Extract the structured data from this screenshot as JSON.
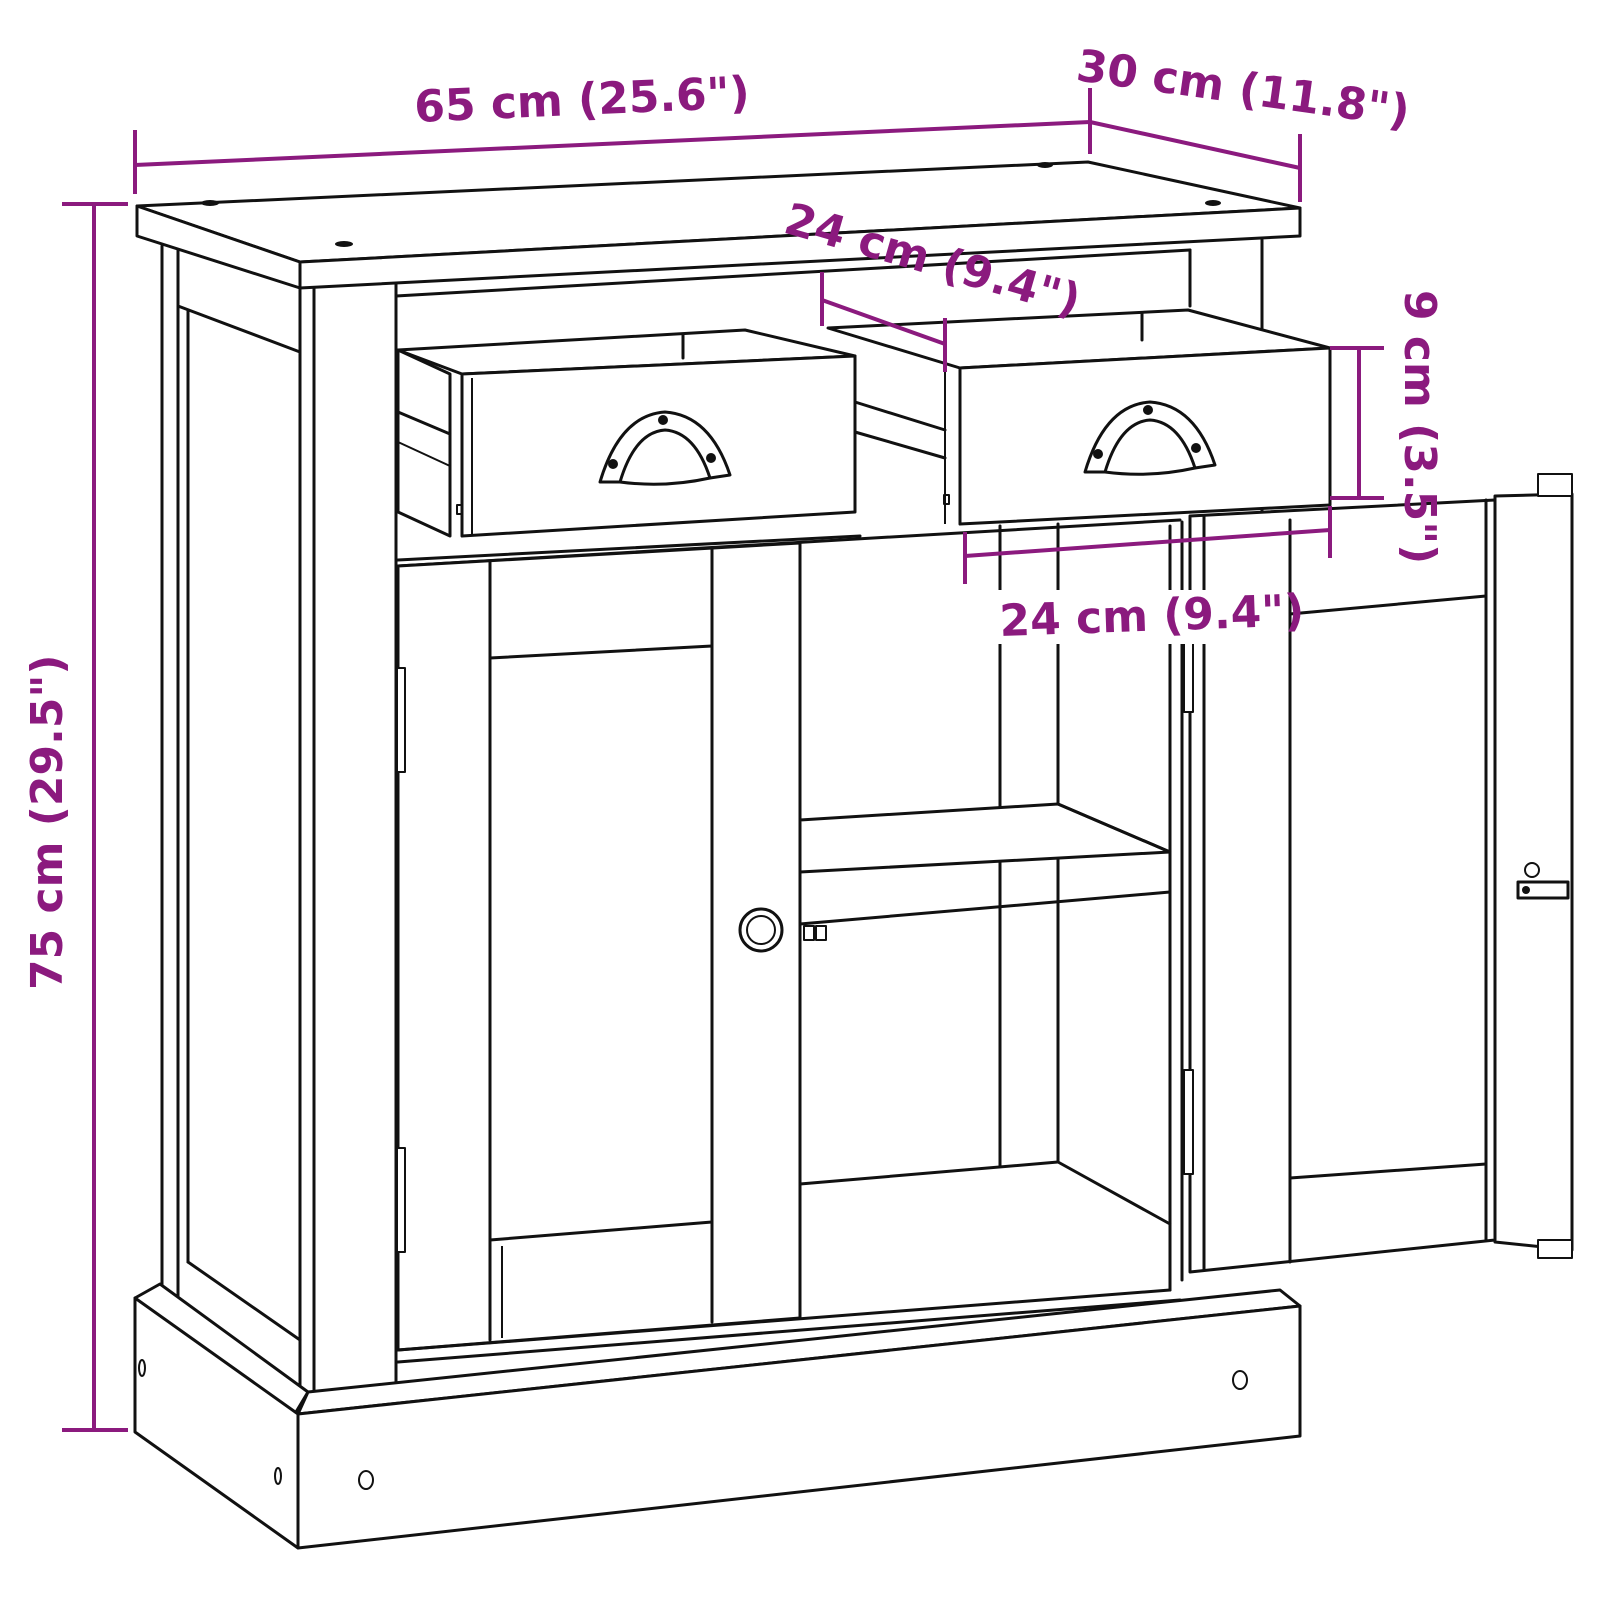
{
  "diagram": {
    "subject": "Sideboard with 2 drawers and 2 doors",
    "colors": {
      "dimension": "#8b1a7e",
      "line": "#111111",
      "background": "#ffffff"
    },
    "dimensions": {
      "width": {
        "label": "65 cm (25.6\")",
        "value_cm": 65,
        "value_in": 25.6
      },
      "depth": {
        "label": "30 cm (11.8\")",
        "value_cm": 30,
        "value_in": 11.8
      },
      "height": {
        "label": "75 cm (29.5\")",
        "value_cm": 75,
        "value_in": 29.5
      },
      "drawer_depth": {
        "label": "24 cm (9.4\")",
        "value_cm": 24,
        "value_in": 9.4
      },
      "drawer_height": {
        "label": "9 cm (3.5\")",
        "value_cm": 9,
        "value_in": 3.5
      },
      "drawer_width": {
        "label": "24 cm (9.4\")",
        "value_cm": 24,
        "value_in": 9.4
      }
    },
    "parts": [
      "top-panel",
      "left-drawer",
      "right-drawer",
      "left-door",
      "right-door-open",
      "interior-shelf",
      "plinth-base",
      "cup-handle",
      "round-knob",
      "hinge",
      "latch"
    ]
  }
}
